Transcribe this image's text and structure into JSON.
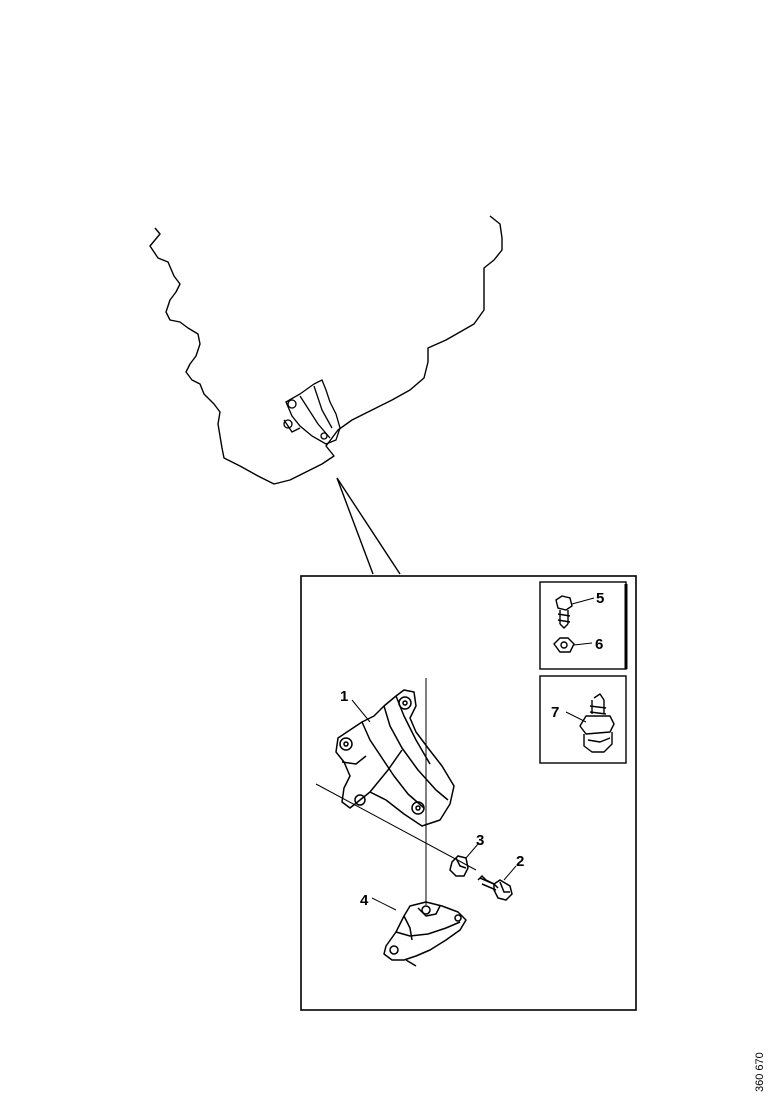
{
  "diagram": {
    "callouts": [
      {
        "id": "callout-1",
        "text": "1"
      },
      {
        "id": "callout-2",
        "text": "2"
      },
      {
        "id": "callout-3",
        "text": "3"
      },
      {
        "id": "callout-4",
        "text": "4"
      },
      {
        "id": "callout-5",
        "text": "5"
      },
      {
        "id": "callout-6",
        "text": "6"
      },
      {
        "id": "callout-7",
        "text": "7"
      }
    ],
    "reference_number": "360 670"
  },
  "colors": {
    "line": "#000000",
    "background": "#ffffff"
  }
}
